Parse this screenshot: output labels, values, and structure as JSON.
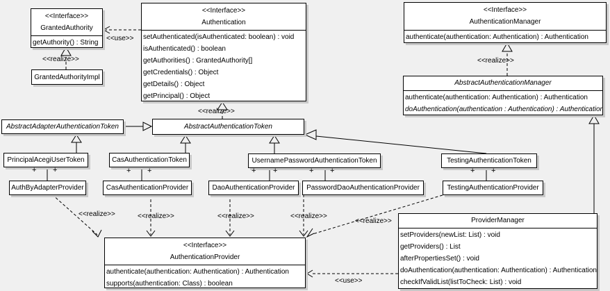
{
  "colors": {
    "background": "#f0f0f0",
    "box_fill": "#ffffff",
    "line": "#000000",
    "shadow": "#c9c9c9"
  },
  "labels": {
    "use": "<<use>>",
    "realize": "<<realize>>",
    "plus": "+"
  },
  "classes": {
    "granted_authority": {
      "stereotype": "<<Interface>>",
      "name": "GrantedAuthority",
      "methods": [
        "getAuthority() : String"
      ]
    },
    "granted_authority_impl": {
      "name": "GrantedAuthorityImpl"
    },
    "authentication": {
      "stereotype": "<<Interface>>",
      "name": "Authentication",
      "methods": [
        "setAuthenticated(isAuthenticated: boolean) : void",
        "isAuthenticated() : boolean",
        "getAuthorities() : GrantedAuthority[]",
        "getCredentials() : Object",
        "getDetails() : Object",
        "getPrincipal() : Object"
      ]
    },
    "authentication_manager": {
      "stereotype": "<<Interface>>",
      "name": "AuthenticationManager",
      "methods": [
        "authenticate(authentication: Authentication) : Authentication"
      ]
    },
    "abstract_authentication_manager": {
      "name": "AbstractAuthenticationManager",
      "methods": [
        "authenticate(authentication: Authentication) : Authentication",
        "doAuthentication(authentication : Authentication) : Authentication"
      ]
    },
    "abstract_adapter_authentication_token": {
      "name": "AbstractAdapterAuthenticationToken"
    },
    "abstract_authentication_token": {
      "name": "AbstractAuthenticationToken"
    },
    "principal_acegi_user_token": {
      "name": "PrincipalAcegiUserToken"
    },
    "cas_authentication_token": {
      "name": "CasAuthenticationToken"
    },
    "username_password_authentication_token": {
      "name": "UsernamePasswordAuthenticationToken"
    },
    "testing_authentication_token": {
      "name": "TestingAuthenticationToken"
    },
    "auth_by_adapter_provider": {
      "name": "AuthByAdapterProvider"
    },
    "cas_authentication_provider": {
      "name": "CasAuthenticationProvider"
    },
    "dao_authentication_provider": {
      "name": "DaoAuthenticationProvider"
    },
    "password_dao_authentication_provider": {
      "name": "PasswordDaoAuthenticationProvider"
    },
    "testing_authentication_provider": {
      "name": "TestingAuthenticationProvider"
    },
    "authentication_provider": {
      "stereotype": "<<Interface>>",
      "name": "AuthenticationProvider",
      "methods": [
        "authenticate(authentication: Authentication) : Authentication",
        "supports(authentication: Class) : boolean"
      ]
    },
    "provider_manager": {
      "name": "ProviderManager",
      "methods": [
        "setProviders(newList: List) : void",
        "getProviders() : List",
        "afterPropertiesSet() : void",
        "doAuthentication(authentication: Authentication) : Authentication",
        "checkIfValidList(listToCheck: List) : void"
      ]
    }
  }
}
